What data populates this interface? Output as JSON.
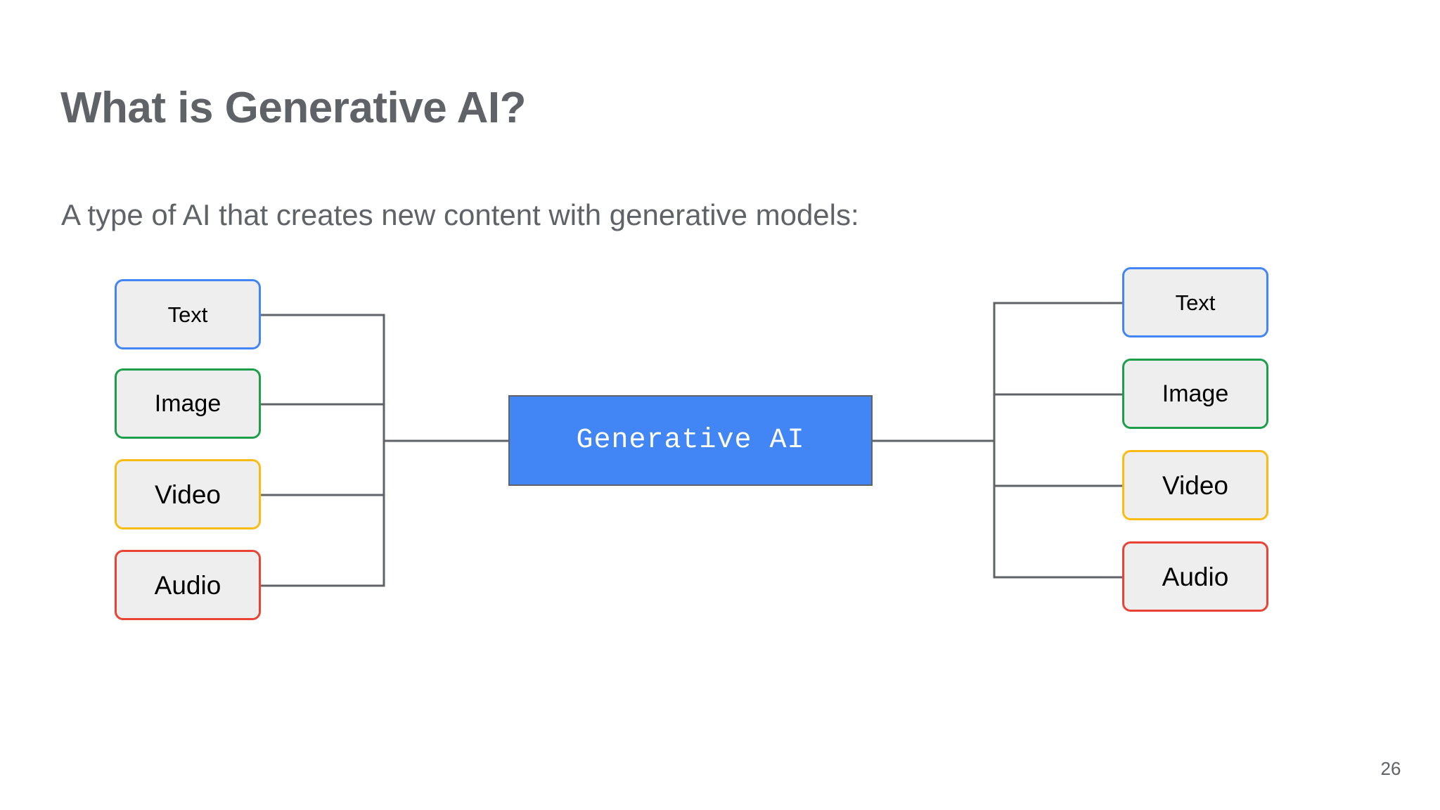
{
  "slide": {
    "title": "What is Generative AI?",
    "subtitle": "A type of AI that creates new content with generative models:",
    "page_number": "26",
    "background_color": "#ffffff",
    "title_color": "#5f6368",
    "subtitle_color": "#5f6368"
  },
  "diagram": {
    "type": "flow",
    "center": {
      "label": "Generative AI",
      "fill_color": "#4285f4",
      "text_color": "#ffffff",
      "border_color": "#5f6368"
    },
    "connector_color": "#5f6368",
    "node_fill_color": "#eeeeee",
    "inputs": [
      {
        "label": "Text",
        "border_color": "#4285f4"
      },
      {
        "label": "Image",
        "border_color": "#1e9e4a"
      },
      {
        "label": "Video",
        "border_color": "#f9bc15"
      },
      {
        "label": "Audio",
        "border_color": "#ea4335"
      }
    ],
    "outputs": [
      {
        "label": "Text",
        "border_color": "#4285f4"
      },
      {
        "label": "Image",
        "border_color": "#1e9e4a"
      },
      {
        "label": "Video",
        "border_color": "#f9bc15"
      },
      {
        "label": "Audio",
        "border_color": "#ea4335"
      }
    ]
  }
}
